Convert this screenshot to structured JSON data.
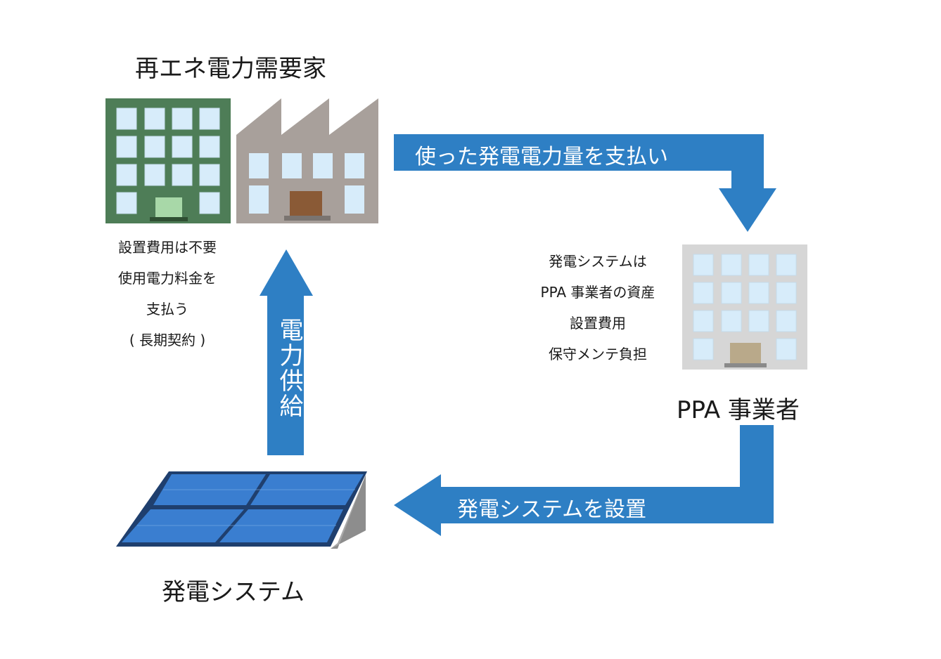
{
  "consumer": {
    "title": "再エネ電力需要家",
    "notes": [
      "設置費用は不要",
      "使用電力料金を",
      "支払う",
      "( 長期契約 )"
    ]
  },
  "ppa": {
    "title": "PPA 事業者",
    "notes": [
      "発電システムは",
      "PPA 事業者の資産",
      "設置費用",
      "保守メンテ負担"
    ]
  },
  "system": {
    "title": "発電システム"
  },
  "arrows": {
    "payment": "使った発電電力量を支払い",
    "install": "発電システムを設置",
    "supply": "電力供給"
  },
  "colors": {
    "arrow": "#2e7fc4",
    "office_green": "#4e7d57",
    "factory_gray": "#a8a09b",
    "ppa_building": "#d6d6d6",
    "window": "#d7ecfa",
    "solar_panel": "#2f6fc2"
  }
}
